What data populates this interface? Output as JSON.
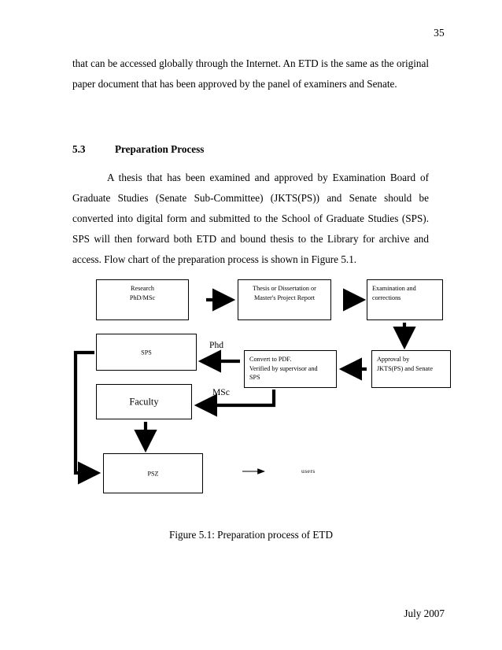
{
  "document": {
    "page_number": "35",
    "footer": "July 2007"
  },
  "body": {
    "paragraph_1": "that can be accessed globally through the Internet. An ETD is the same as the original paper document that has been approved by the panel of examiners and Senate.",
    "section": {
      "number": "5.3",
      "title": "Preparation Process"
    },
    "paragraph_2": "A thesis that has been examined and approved by Examination Board of Graduate Studies (Senate Sub-Committee) (JKTS(PS)) and  Senate should be converted into digital form and submitted to the School of Graduate Studies (SPS).  SPS will then forward both ETD and bound thesis to the Library for archive and access. Flow chart of the preparation process is shown in Figure 5.1."
  },
  "figure": {
    "caption": "Figure 5.1: Preparation process of ETD",
    "nodes": {
      "research": "Research\nPhD/MSc",
      "thesis": "Thesis or Dissertation or\nMaster's Project Report",
      "examination": "Examination and\ncorrections",
      "sps": "SPS",
      "convert": "Convert to PDF.\nVerified by supervisor and\nSPS",
      "approval": "Approval by\nJKTS(PS) and Senate",
      "faculty": "Faculty",
      "psz": "PSZ"
    },
    "edge_labels": {
      "phd": "Phd",
      "msc": "MSc",
      "users": "users"
    },
    "colors": {
      "stroke": "#000000",
      "fill": "#ffffff"
    }
  }
}
